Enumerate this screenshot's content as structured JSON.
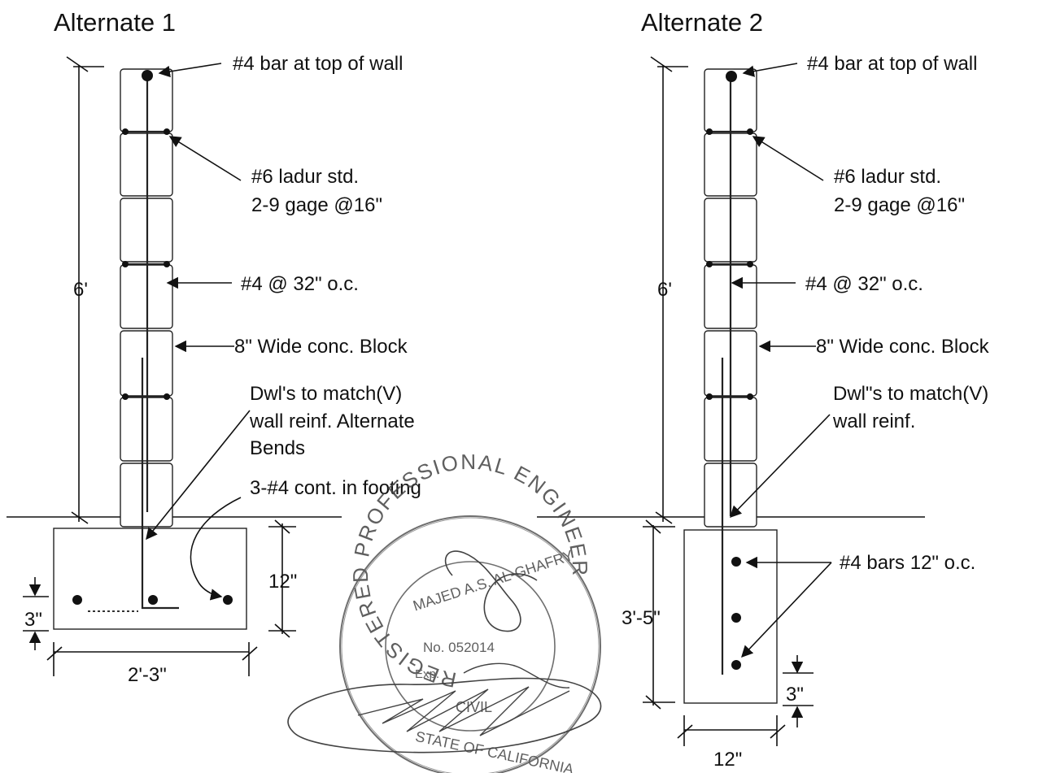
{
  "alternate1": {
    "title": "Alternate 1",
    "callouts": {
      "top_bar": "#4 bar at top of wall",
      "ladur_line1": "#6 ladur std.",
      "ladur_line2": "2-9 gage @16\"",
      "vertical_bars": "#4 @ 32\" o.c.",
      "block": "8\" Wide conc. Block",
      "dowels_line1": "Dwl's to match(V)",
      "dowels_line2": "wall reinf. Alternate",
      "dowels_line3": "Bends",
      "footing_bars": "3-#4 cont. in footing"
    },
    "dimensions": {
      "wall_height": "6'",
      "footing_depth": "12\"",
      "cover": "3\"",
      "footing_width": "2'-3\""
    }
  },
  "alternate2": {
    "title": "Alternate 2",
    "callouts": {
      "top_bar": "#4 bar at top of wall",
      "ladur_line1": "#6 ladur std.",
      "ladur_line2": "2-9 gage @16\"",
      "vertical_bars": "#4 @ 32\" o.c.",
      "block": "8\" Wide conc. Block",
      "dowels_line1": "Dwl\"s to match(V)",
      "dowels_line2": "wall reinf.",
      "footing_bars": "#4 bars 12\" o.c."
    },
    "dimensions": {
      "wall_height": "6'",
      "footing_depth": "3'-5\"",
      "cover": "3\"",
      "footing_width": "12\""
    }
  },
  "seal": {
    "ring_text": "REGISTERED PROFESSIONAL ENGINEER",
    "name": "MAJED A.S. AL-GHAFRY",
    "number": "No. 052014",
    "expiry_label": "Exp.",
    "discipline": "CIVIL",
    "state": "STATE OF CALIFORNIA"
  }
}
